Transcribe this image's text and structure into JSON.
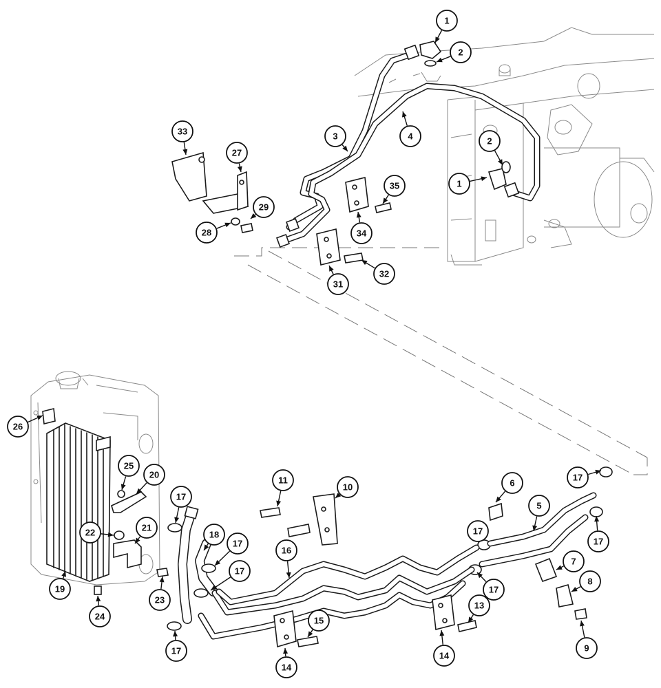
{
  "callouts": [
    {
      "label": "1"
    },
    {
      "label": "2"
    },
    {
      "label": "3"
    },
    {
      "label": "4"
    },
    {
      "label": "2"
    },
    {
      "label": "1"
    },
    {
      "label": "33"
    },
    {
      "label": "27"
    },
    {
      "label": "35"
    },
    {
      "label": "29"
    },
    {
      "label": "28"
    },
    {
      "label": "34"
    },
    {
      "label": "31"
    },
    {
      "label": "32"
    },
    {
      "label": "26"
    },
    {
      "label": "25"
    },
    {
      "label": "20"
    },
    {
      "label": "22"
    },
    {
      "label": "21"
    },
    {
      "label": "19"
    },
    {
      "label": "23"
    },
    {
      "label": "24"
    },
    {
      "label": "17"
    },
    {
      "label": "18"
    },
    {
      "label": "17"
    },
    {
      "label": "17"
    },
    {
      "label": "17"
    },
    {
      "label": "11"
    },
    {
      "label": "10"
    },
    {
      "label": "16"
    },
    {
      "label": "15"
    },
    {
      "label": "14"
    },
    {
      "label": "6"
    },
    {
      "label": "17"
    },
    {
      "label": "5"
    },
    {
      "label": "17"
    },
    {
      "label": "17"
    },
    {
      "label": "17"
    },
    {
      "label": "7"
    },
    {
      "label": "8"
    },
    {
      "label": "13"
    },
    {
      "label": "14"
    },
    {
      "label": "9"
    }
  ]
}
